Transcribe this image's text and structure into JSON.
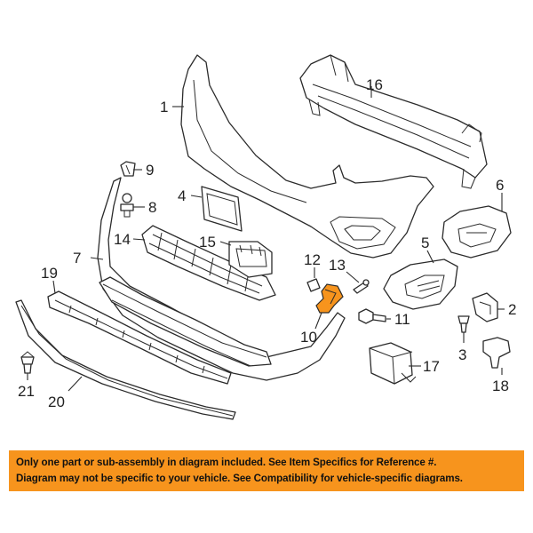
{
  "colors": {
    "highlight": "#f7941d",
    "notice_background": "#f7941d",
    "line": "#2b2b2b"
  },
  "callouts": {
    "c1": "1",
    "c2": "2",
    "c3": "3",
    "c4": "4",
    "c5": "5",
    "c6": "6",
    "c7": "7",
    "c8": "8",
    "c9": "9",
    "c10": "10",
    "c11": "11",
    "c12": "12",
    "c13": "13",
    "c14": "14",
    "c15": "15",
    "c16": "16",
    "c17": "17",
    "c18": "18",
    "c19": "19",
    "c20": "20",
    "c21": "21"
  },
  "highlighted_part": "10",
  "notice": {
    "line1": "Only one part or sub-assembly in diagram included. See Item Specifics for Reference #.",
    "line2": "Diagram may not be specific to your vehicle. See Compatibility for vehicle-specific diagrams."
  }
}
